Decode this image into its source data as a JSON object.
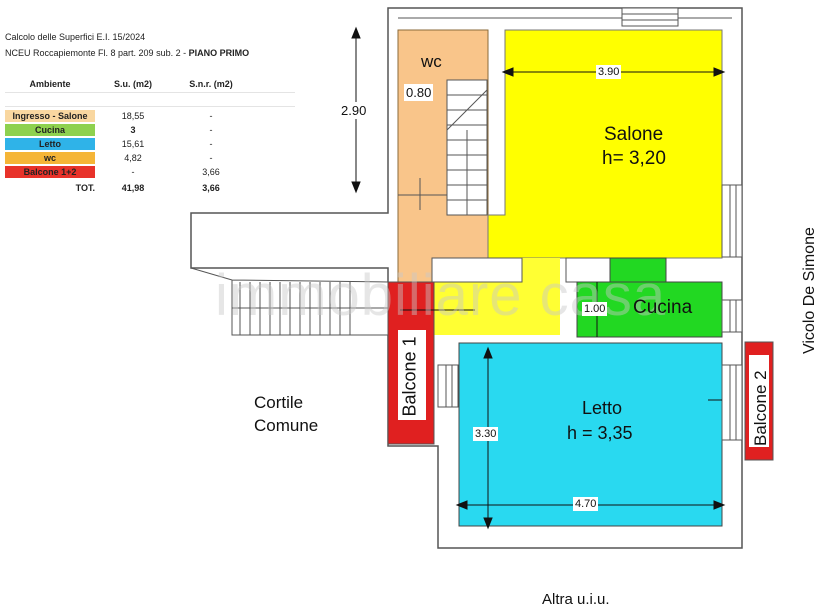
{
  "header": {
    "line1": "Calcolo delle Superfici E.I. 15/2024",
    "line2": "NCEU Roccapiemonte Fl. 8 part. 209 sub. 2 - ",
    "line2_bold": "PIANO PRIMO"
  },
  "table": {
    "columns": [
      "Ambiente",
      "S.u. (m2)",
      "S.n.r. (m2)"
    ],
    "rows": [
      {
        "name": "Ingresso - Salone",
        "su": "18,55",
        "snr": "-",
        "color": "#f9d7a0"
      },
      {
        "name": "Cucina",
        "su": "3",
        "snr": "-",
        "color": "#8ed14f"
      },
      {
        "name": "Letto",
        "su": "15,61",
        "snr": "-",
        "color": "#2fb3e8"
      },
      {
        "name": "wc",
        "su": "4,82",
        "snr": "-",
        "color": "#f5b537"
      },
      {
        "name": "Balcone 1+2",
        "su": "-",
        "snr": "3,66",
        "color": "#e8322a"
      }
    ],
    "total": {
      "name": "TOT.",
      "su": "41,98",
      "snr": "3,66"
    }
  },
  "rooms": {
    "wc": "wc",
    "salone_name": "Salone",
    "salone_height": "h= 3,20",
    "cucina": "Cucina",
    "letto_name": "Letto",
    "letto_height": "h = 3,35",
    "balcone1": "Balcone 1",
    "balcone2": "Balcone 2"
  },
  "dimensions": {
    "wc_width": "0.80",
    "salone_width": "3.90",
    "stair_height": "2.90",
    "cucina_depth": "1.00",
    "letto_depth": "3.30",
    "letto_width": "4.70"
  },
  "labels": {
    "cortile_1": "Cortile",
    "cortile_2": "Comune",
    "vicolo": "Vicolo De Simone",
    "altra": "Altra u.i.u.",
    "watermark": "immobiliare casa"
  },
  "colors": {
    "salone": "#ffff00",
    "wc": "#f9c58a",
    "cucina": "#22d822",
    "letto": "#29d9f0",
    "balcone": "#e02020",
    "wall": "#555555"
  }
}
